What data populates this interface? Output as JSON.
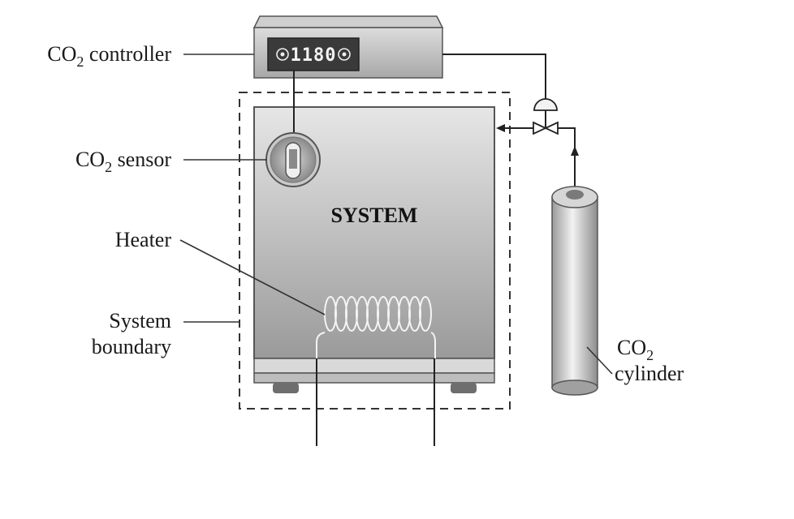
{
  "labels": {
    "controller": {
      "main": "CO",
      "sub": "2",
      "rest": " controller"
    },
    "sensor": {
      "main": "CO",
      "sub": "2",
      "rest": " sensor"
    },
    "heater": "Heater",
    "boundary_line1": "System",
    "boundary_line2": "boundary",
    "cylinder": {
      "main": "CO",
      "sub": "2",
      "line2": "cylinder"
    },
    "system": "SYSTEM"
  },
  "controller": {
    "display_value": "1180"
  }
}
